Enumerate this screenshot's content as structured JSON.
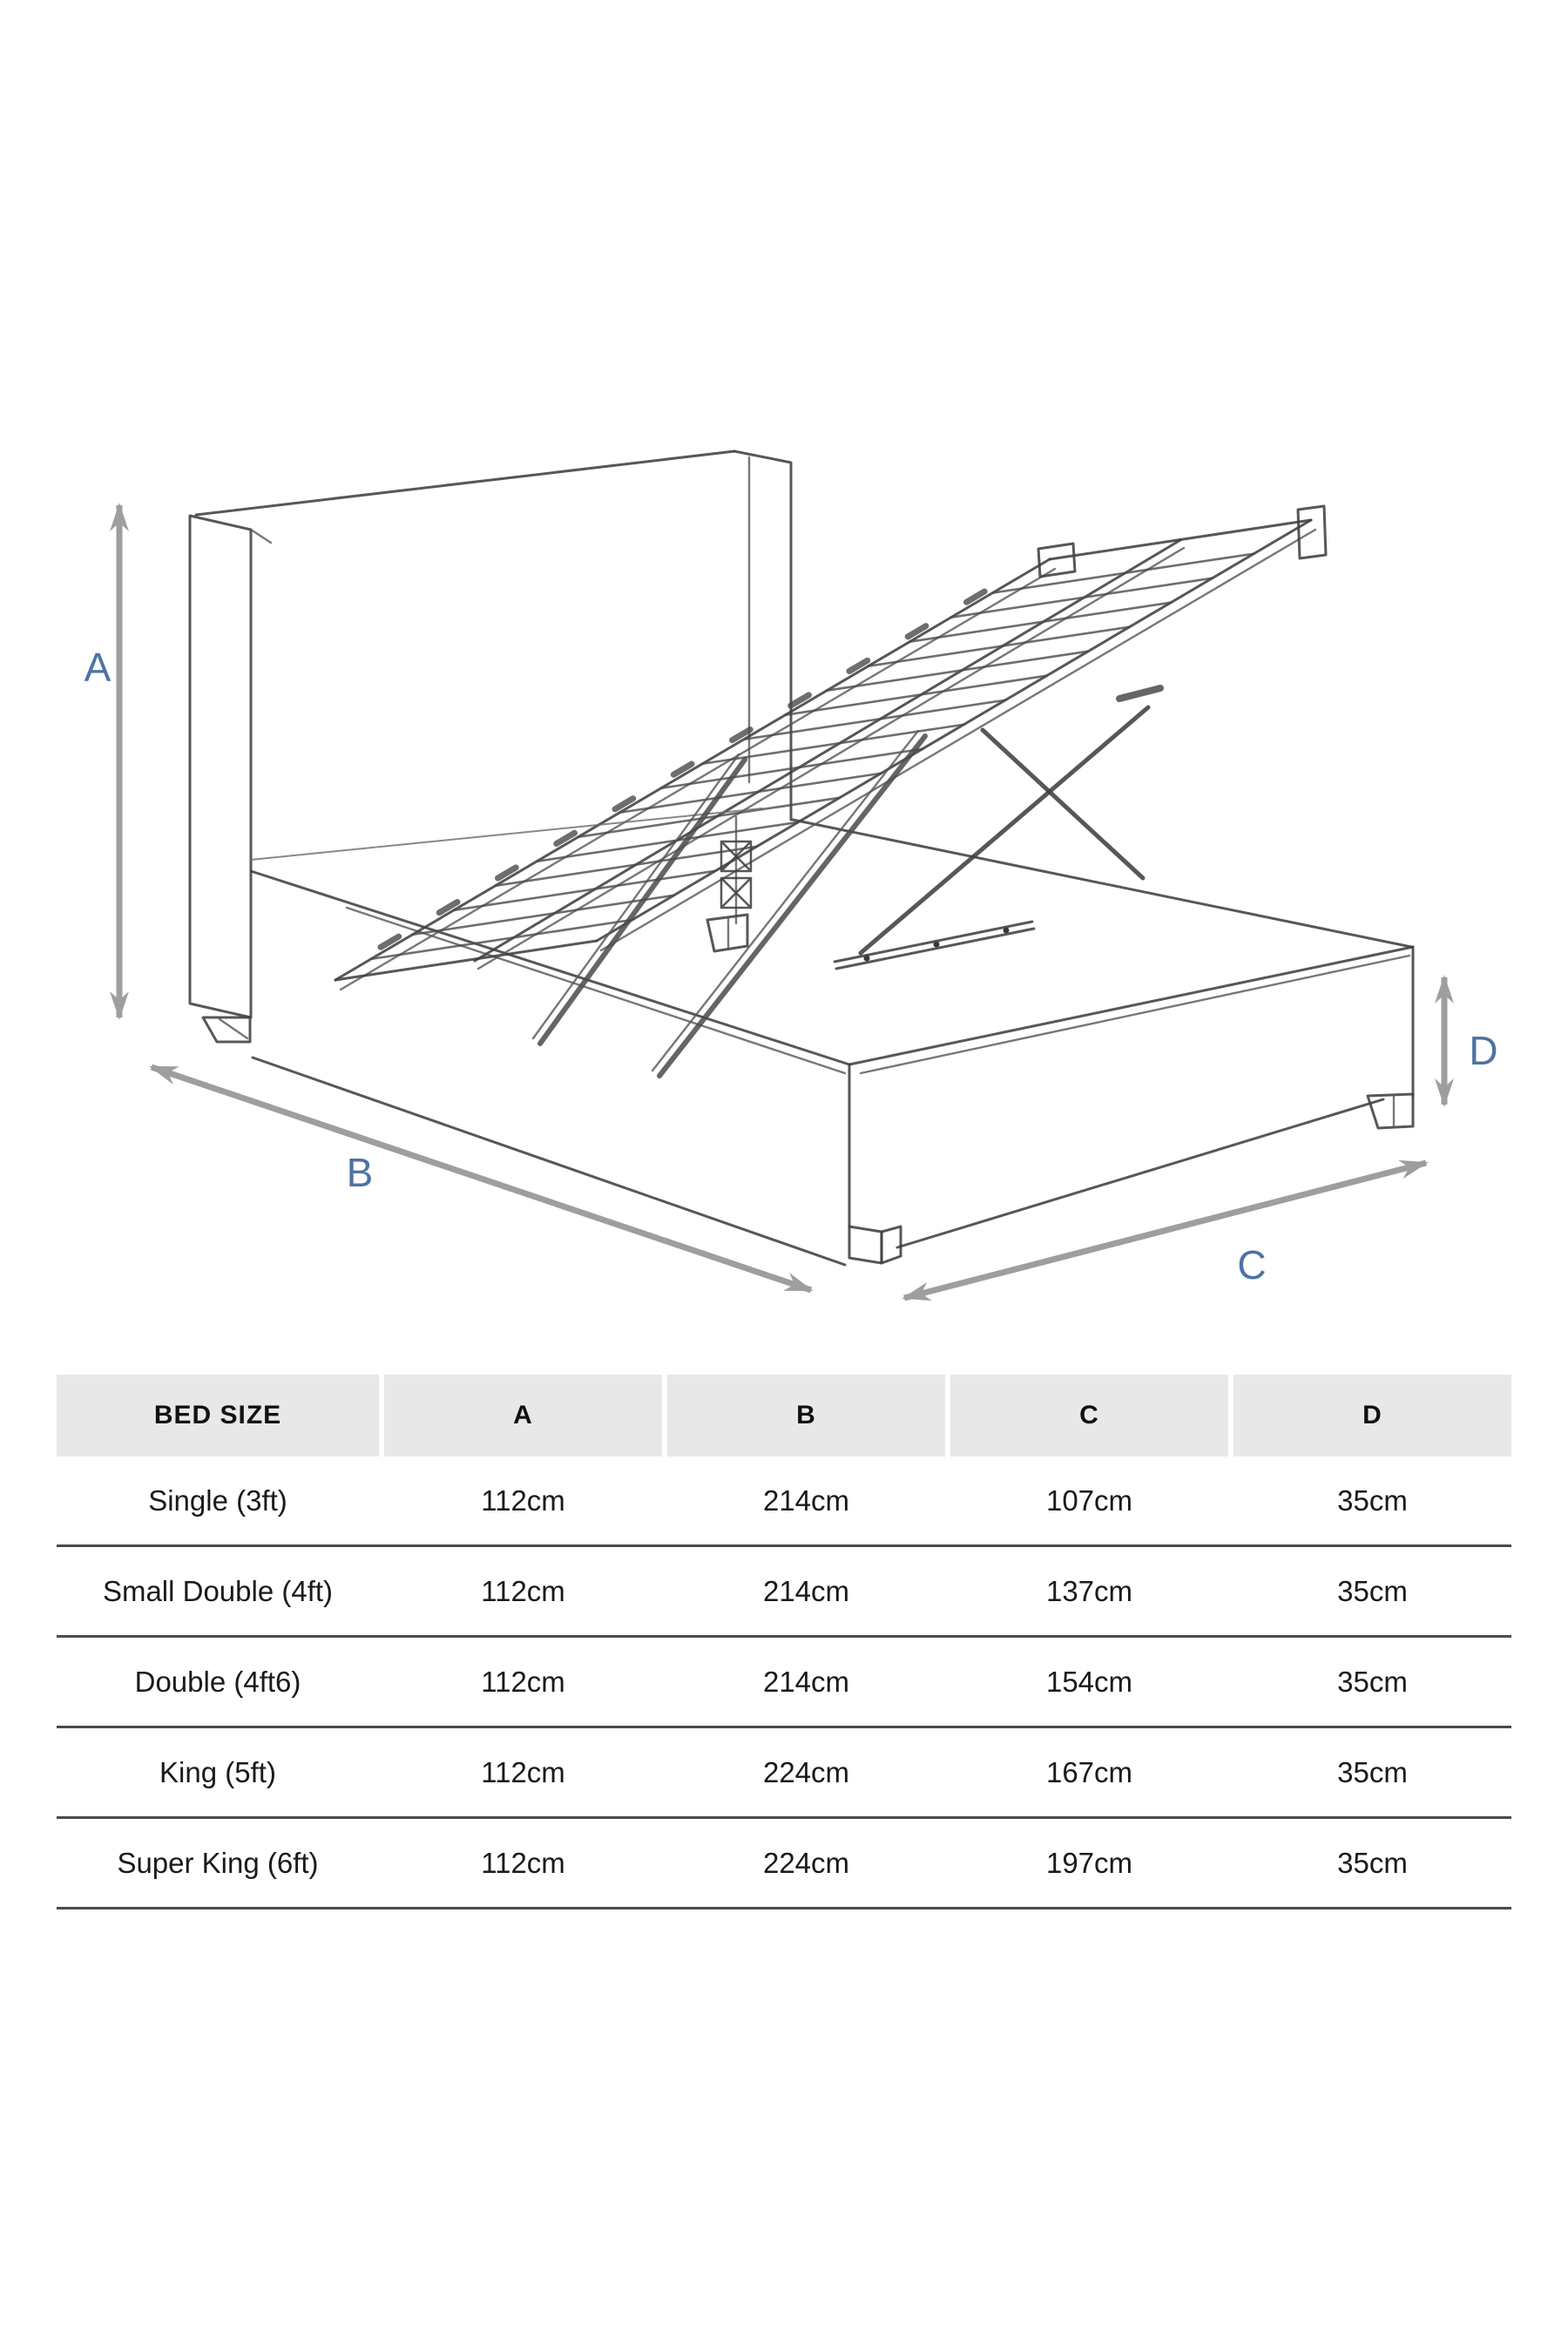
{
  "diagram": {
    "description": "ottoman-storage-bed-line-drawing",
    "labels": {
      "a": "A",
      "b": "B",
      "c": "C",
      "d": "D"
    },
    "label_color": "#4e73a3",
    "arrow_color": "#9e9e9e",
    "line_color": "#404040"
  },
  "table": {
    "header_bg": "#e8e8e8",
    "headers": [
      "BED SIZE",
      "A",
      "B",
      "C",
      "D"
    ],
    "rows": [
      [
        "Single (3ft)",
        "112cm",
        "214cm",
        "107cm",
        "35cm"
      ],
      [
        "Small Double (4ft)",
        "112cm",
        "214cm",
        "137cm",
        "35cm"
      ],
      [
        "Double (4ft6)",
        "112cm",
        "214cm",
        "154cm",
        "35cm"
      ],
      [
        "King (5ft)",
        "112cm",
        "224cm",
        "167cm",
        "35cm"
      ],
      [
        "Super King (6ft)",
        "112cm",
        "224cm",
        "197cm",
        "35cm"
      ]
    ]
  }
}
